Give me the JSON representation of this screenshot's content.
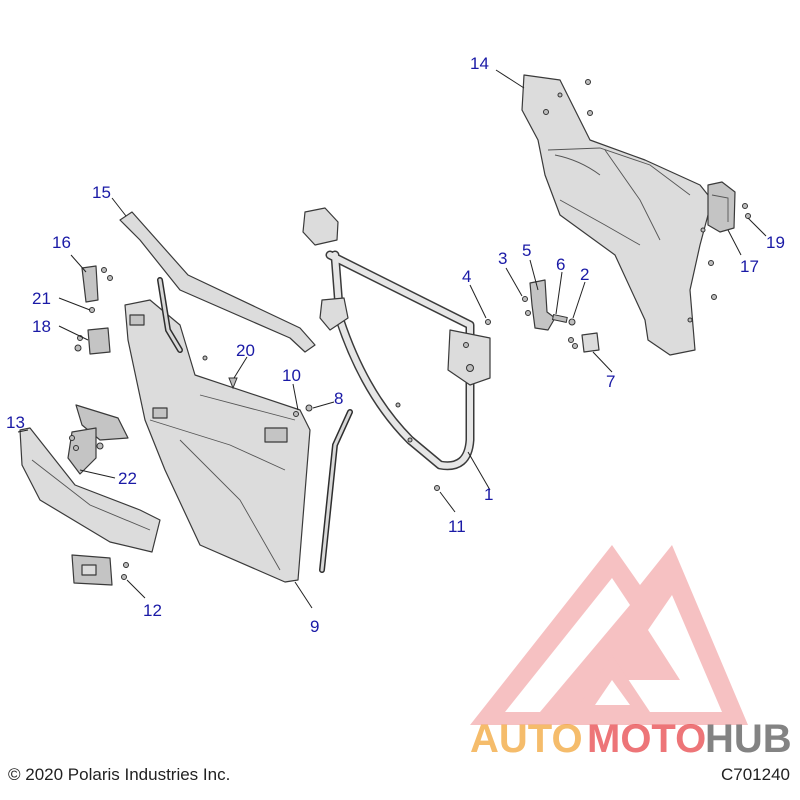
{
  "callouts": [
    "1",
    "2",
    "3",
    "4",
    "5",
    "6",
    "7",
    "8",
    "9",
    "10",
    "11",
    "12",
    "13",
    "14",
    "15",
    "16",
    "17",
    "18",
    "19",
    "20",
    "21",
    "22"
  ],
  "copyright": "© 2020 Polaris Industries Inc.",
  "diagram_code": "C701240",
  "watermark": {
    "word_part_1": "AUTO",
    "word_part_2": "MOTO",
    "word_part_3": "HUB",
    "colors": {
      "logo": "#e8484b",
      "auto": "#f2a63a",
      "moto": "#e8484b",
      "hub": "#555555"
    }
  }
}
